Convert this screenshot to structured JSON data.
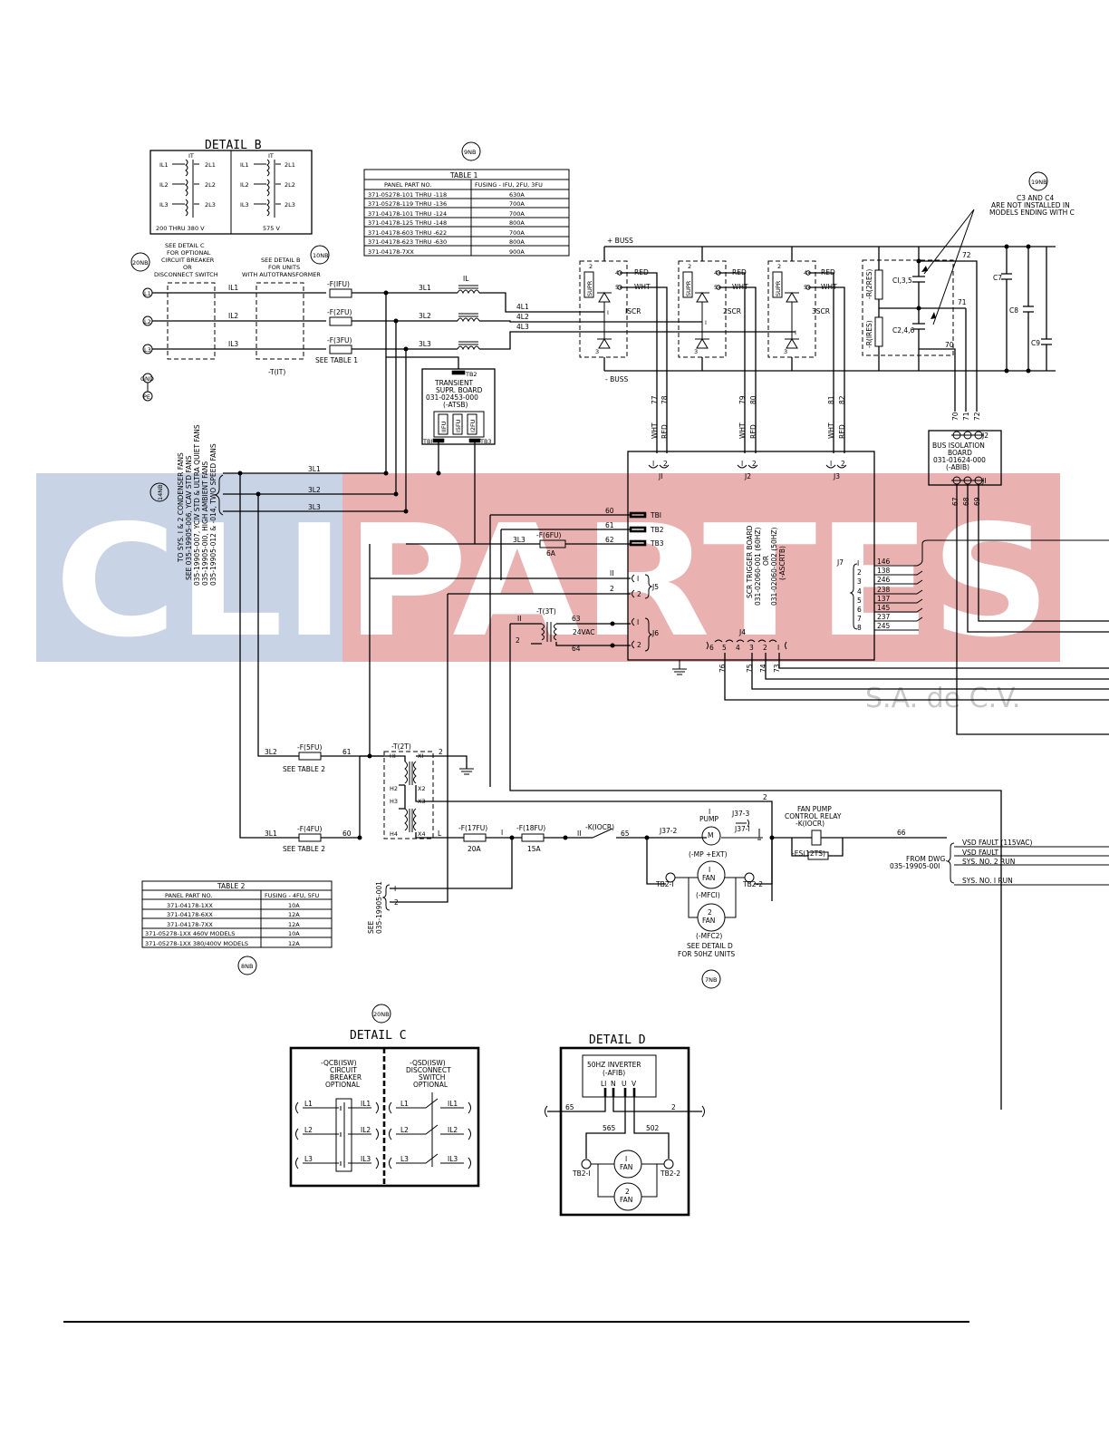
{
  "watermark": {
    "main": "CLIPARTES",
    "sub": "S.A. de C.V.",
    "colors": {
      "blue": "#c9d3e6",
      "red": "#e9b1b0"
    }
  },
  "detail_b": {
    "title": "DETAIL B",
    "left": {
      "top": "IT",
      "rows": [
        "IL1",
        "2L1",
        "IL2",
        "2L2",
        "IL3",
        "2L3"
      ],
      "caption": "200 THRU 380 V"
    },
    "right": {
      "top": "IT",
      "rows": [
        "IL1",
        "2L1",
        "IL2",
        "2L2",
        "IL3",
        "2L3"
      ],
      "caption": "575 V"
    }
  },
  "table1": {
    "ref": "9NB",
    "title": "TABLE 1",
    "headers": [
      "PANEL PART NO.",
      "FUSING - IFU, 2FU, 3FU"
    ],
    "rows": [
      [
        "371-05278-101 THRU -118",
        "630A"
      ],
      [
        "371-05278-119 THRU -136",
        "700A"
      ],
      [
        "371-04178-101 THRU -124",
        "700A"
      ],
      [
        "371-04178-125 THRU -148",
        "800A"
      ],
      [
        "371-04178-603 THRU -622",
        "700A"
      ],
      [
        "371-04178-623 THRU -630",
        "800A"
      ],
      [
        "371-04178-7XX",
        "900A"
      ]
    ]
  },
  "table2": {
    "ref": "8NB",
    "title": "TABLE 2",
    "headers": [
      "PANEL PART NO.",
      "FUSING - 4FU, 5FU"
    ],
    "rows": [
      [
        "371-04178-1XX",
        "10A"
      ],
      [
        "371-04178-6XX",
        "12A"
      ],
      [
        "371-04178-7XX",
        "12A"
      ],
      [
        "371-05278-1XX 460V MODELS",
        "10A"
      ],
      [
        "371-05278-1XX 380/400V MODELS",
        "12A"
      ]
    ]
  },
  "refs": {
    "r20nb_top": "20NB",
    "r10nb": "10NB",
    "r19nb": "19NB",
    "r14nb": "14NB",
    "r7nb": "7NB",
    "r20nb_bottom": "20NB"
  },
  "power_input": {
    "terminals": [
      "L1",
      "L2",
      "L3"
    ],
    "ground_labels": [
      "GND",
      "PE"
    ],
    "note_detail_c": [
      "SEE DETAIL C",
      "FOR OPTIONAL",
      "CIRCUIT BREAKER",
      "OR",
      "DISCONNECT SWITCH"
    ],
    "note_detail_b": [
      "SEE DETAIL B",
      "FOR UNITS",
      "WITH AUTOTRANSFORMER"
    ],
    "line_labels": [
      "IL1",
      "IL2",
      "IL3"
    ],
    "fuses": [
      "-F(IFU)",
      "-F(2FU)",
      "-F(3FU)"
    ],
    "see_table_1": "SEE TABLE 1",
    "transformer_label": "-T(IT)",
    "after_fuse_labels": [
      "3L1",
      "3L2",
      "3L3"
    ],
    "reactor_label": "IL",
    "reactor_out_labels": [
      "4L1",
      "4L2",
      "4L3"
    ]
  },
  "bus": {
    "plus": "+ BUSS",
    "minus": "- BUSS"
  },
  "scrs": [
    {
      "name": "ISCR",
      "supr": "SUPR",
      "pins": [
        "2",
        "4",
        "5",
        "I",
        "3"
      ],
      "red": "RED",
      "wht": "WHT",
      "wires": [
        "77",
        "78"
      ],
      "wire_colors": [
        "WHT",
        "RED"
      ],
      "conn": "JI",
      "conn_pins": [
        "I",
        "2"
      ]
    },
    {
      "name": "2SCR",
      "supr": "SUPR",
      "pins": [
        "2",
        "4",
        "5",
        "I",
        "3"
      ],
      "red": "RED",
      "wht": "WHT",
      "wires": [
        "79",
        "80"
      ],
      "wire_colors": [
        "WHT",
        "RED"
      ],
      "conn": "J2",
      "conn_pins": [
        "I",
        "2"
      ]
    },
    {
      "name": "3SCR",
      "supr": "SUPR",
      "pins": [
        "2",
        "4",
        "5",
        "I",
        "3"
      ],
      "red": "RED",
      "wht": "WHT",
      "wires": [
        "81",
        "82"
      ],
      "wire_colors": [
        "WHT",
        "RED"
      ],
      "conn": "J3",
      "conn_pins": [
        "I",
        "2"
      ]
    }
  ],
  "caps": {
    "note": [
      "C3 AND C4",
      "ARE NOT INSTALLED IN",
      "MODELS ENDING WITH C"
    ],
    "c135": "CI,3,5",
    "c246": "C2,4,6",
    "r2": "-R(2RES)",
    "r1": "-R(IRES)",
    "c7": "C7",
    "c8": "C8",
    "c9": "C9",
    "wires": [
      "72",
      "71",
      "70"
    ]
  },
  "bus_isolation": {
    "title": [
      "BUS ISOLATION",
      "BOARD",
      "031-01624-000",
      "(-ABIB)"
    ],
    "top_wires": [
      "70",
      "71",
      "72"
    ],
    "bottom_wires": [
      "67",
      "68",
      "69"
    ],
    "j2": "J2",
    "j1": "JI"
  },
  "transient_board": {
    "title": [
      "TRANSIENT",
      "SUPR. BOARD",
      "031-02453-000",
      "(-ATSB)"
    ],
    "fuses": [
      "IIFU",
      "I5FU",
      "I2FU"
    ],
    "tb": [
      "TB2",
      "TBI",
      "TB3"
    ]
  },
  "trigger_board": {
    "label": [
      "SCR TRIGGER BOARD",
      "031-02060-001 (60HZ)",
      "OR",
      "031-02060-002 (50HZ)",
      "(-ASCRTB)"
    ],
    "tb": [
      "TBI",
      "TB2",
      "TB3"
    ],
    "tb_wires": [
      "60",
      "61",
      "62"
    ],
    "j5": "J5",
    "j5_pins": [
      "I",
      "2"
    ],
    "j5_wires": [
      "II",
      "2"
    ],
    "j6": "J6",
    "j6_pins": [
      "I",
      "2"
    ],
    "j6_wires": [
      "63",
      "64"
    ],
    "j7": "J7",
    "j7_pins": [
      "I",
      "2",
      "3",
      "4",
      "5",
      "6",
      "7",
      "8"
    ],
    "j7_wires": [
      "146",
      "138",
      "246",
      "238",
      "137",
      "145",
      "237",
      "245"
    ],
    "j4": "J4",
    "j4_pins": [
      "6",
      "5",
      "4",
      "3",
      "2",
      "I"
    ],
    "j4_wires": [
      "76",
      "75",
      "74",
      "73"
    ]
  },
  "fans_note": [
    "TO SYS. I & 2 CONDENSER FANS",
    "SEE 035-19905-006, YCAV STD FANS",
    "035-19905-007, YCIV STD & ULTRA QUIET FANS",
    "035-19905-0I0, HIGH AMBIENT FANS",
    "035-19905-012 & -014, TWO SPEED FANS"
  ],
  "feed_labels": [
    "3L1",
    "3L2",
    "3L3"
  ],
  "control": {
    "f6": "-F(6FU)",
    "f6_rating": "6A",
    "f6_wire": "3L3",
    "t3": "-T(3T)",
    "t3_wires": [
      "II",
      "2"
    ],
    "vac": "24VAC",
    "t2": "-T(2T)",
    "t2_pins": [
      "HI",
      "XI",
      "H2",
      "X2",
      "H3",
      "X3",
      "H4",
      "X4"
    ],
    "f5": "-F(5FU)",
    "f5_wires": [
      "3L2",
      "61"
    ],
    "see_table_2": "SEE TABLE 2",
    "f4": "-F(4FU)",
    "f4_wires": [
      "3L1",
      "60"
    ],
    "t2_out": [
      "2",
      "L"
    ],
    "f17": "-F(17FU)",
    "f17_rating": "20A",
    "f18": "-F(18FU)",
    "f18_rating": "15A",
    "mid_wire": "I",
    "k10": "-K(IOCR)",
    "k10_wires": [
      "II",
      "65"
    ],
    "see_ref": [
      "SEE",
      "035-19905-001"
    ],
    "see_ref_pins": [
      "I",
      "2"
    ]
  },
  "pump": {
    "label": [
      "I",
      "PUMP"
    ],
    "motor": "M",
    "sub": "(-MP +EXT)",
    "j37_2": "J37-2",
    "j37_3": "J37-3",
    "j37_1": "J37-I",
    "wire2": "2",
    "fan1": [
      "I",
      "FAN"
    ],
    "fan1_sub": "(-MFCI)",
    "fan2": [
      "2",
      "FAN"
    ],
    "fan2_sub": "(-MFC2)",
    "tb21": "TB2-I",
    "tb22": "TB2-2",
    "note": [
      "SEE DETAIL D",
      "FOR 50HZ UNITS"
    ]
  },
  "relay": {
    "title": [
      "FAN PUMP",
      "CONTROL RELAY",
      "-K(IOCR)"
    ],
    "es": "-ES(12TS)",
    "wire": "66",
    "from_dwg": [
      "FROM DWG.",
      "035-19905-00I"
    ],
    "signals": [
      "VSD FAULT (115VAC)",
      "VSD FAULT",
      "SYS. NO. 2 RUN",
      "SYS. NO. I RUN"
    ]
  },
  "detail_c": {
    "title": "DETAIL C",
    "left": [
      "-QCB(ISW)",
      "CIRCUIT",
      "BREAKER",
      "OPTIONAL"
    ],
    "right": [
      "-QSD(ISW)",
      "DISCONNECT",
      "SWITCH",
      "OPTIONAL"
    ],
    "in": [
      "L1",
      "L2",
      "L3"
    ],
    "out": [
      "IL1",
      "IL2",
      "IL3"
    ]
  },
  "detail_d": {
    "title": "DETAIL D",
    "inverter": [
      "50HZ INVERTER",
      "(-AFIB)"
    ],
    "terms": [
      "LI",
      "N",
      "U",
      "V"
    ],
    "wires": [
      "65",
      "2",
      "565",
      "502"
    ],
    "fan1": [
      "I",
      "FAN"
    ],
    "fan2": [
      "2",
      "FAN"
    ],
    "tb": [
      "TB2-I",
      "TB2-2"
    ]
  }
}
